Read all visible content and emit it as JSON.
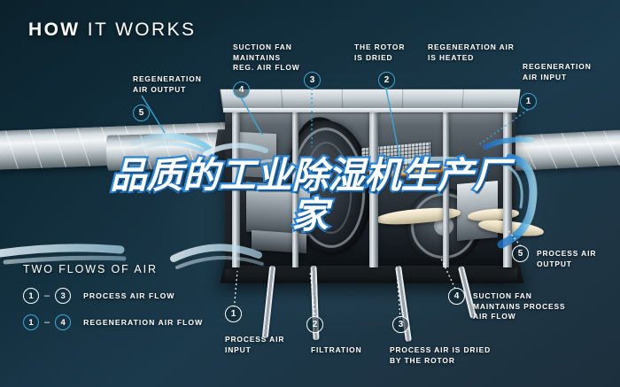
{
  "header": {
    "title_bold": "HOW",
    "title_rest": " IT WORKS"
  },
  "overlay": {
    "line1": "品质的工业除湿机生产厂",
    "line2": "家",
    "text_color": "#ffffff",
    "stroke_color": "#2b86d6"
  },
  "colors": {
    "background_dark": "#0b222d",
    "background_mid": "#1b3a4c",
    "accent_cyan": "#3fa8d8",
    "flow_blue": "#2b86d6",
    "heater_orange": "#ff8a1e",
    "text_white": "#ffffff"
  },
  "callouts": [
    {
      "id": "suction-fan-reg",
      "number": "4",
      "text": "SUCTION FAN\nMAINTAINS\nREG. AIR FLOW",
      "ring": "cyan"
    },
    {
      "id": "rotor-dried",
      "number": "3",
      "text": "THE ROTOR\nIS DRIED",
      "ring": "cyan"
    },
    {
      "id": "regen-air-heated",
      "number": "2",
      "text": "REGENERATION AIR\nIS HEATED",
      "ring": "cyan"
    },
    {
      "id": "regen-air-input",
      "number": "1",
      "text": "REGENERATION\nAIR INPUT",
      "ring": "cyan"
    },
    {
      "id": "regen-air-output",
      "number": "5",
      "text": "REGENERATION\nAIR OUTPUT",
      "ring": "cyan"
    },
    {
      "id": "process-air-input",
      "number": "1",
      "text": "PROCESS AIR\nINPUT",
      "ring": "white"
    },
    {
      "id": "filtration",
      "number": "2",
      "text": "FILTRATION",
      "ring": "white"
    },
    {
      "id": "process-air-dried",
      "number": "3",
      "text": "PROCESS AIR IS DRIED\nBY THE ROTOR",
      "ring": "white"
    },
    {
      "id": "suction-fan-process",
      "number": "4",
      "text": "SUCTION FAN\nMAINTAINS PROCESS\nAIR FLOW",
      "ring": "white"
    },
    {
      "id": "process-air-output",
      "number": "5",
      "text": "PROCESS AIR\nOUTPUT",
      "ring": "white"
    }
  ],
  "legend": {
    "title": "TWO FLOWS OF AIR",
    "rows": [
      {
        "from": "1",
        "dash": "–",
        "to": "3",
        "label": "PROCESS AIR FLOW",
        "ring": "white"
      },
      {
        "from": "1",
        "dash": "–",
        "to": "4",
        "label": "REGENERATION AIR FLOW",
        "ring": "cyan"
      }
    ]
  }
}
